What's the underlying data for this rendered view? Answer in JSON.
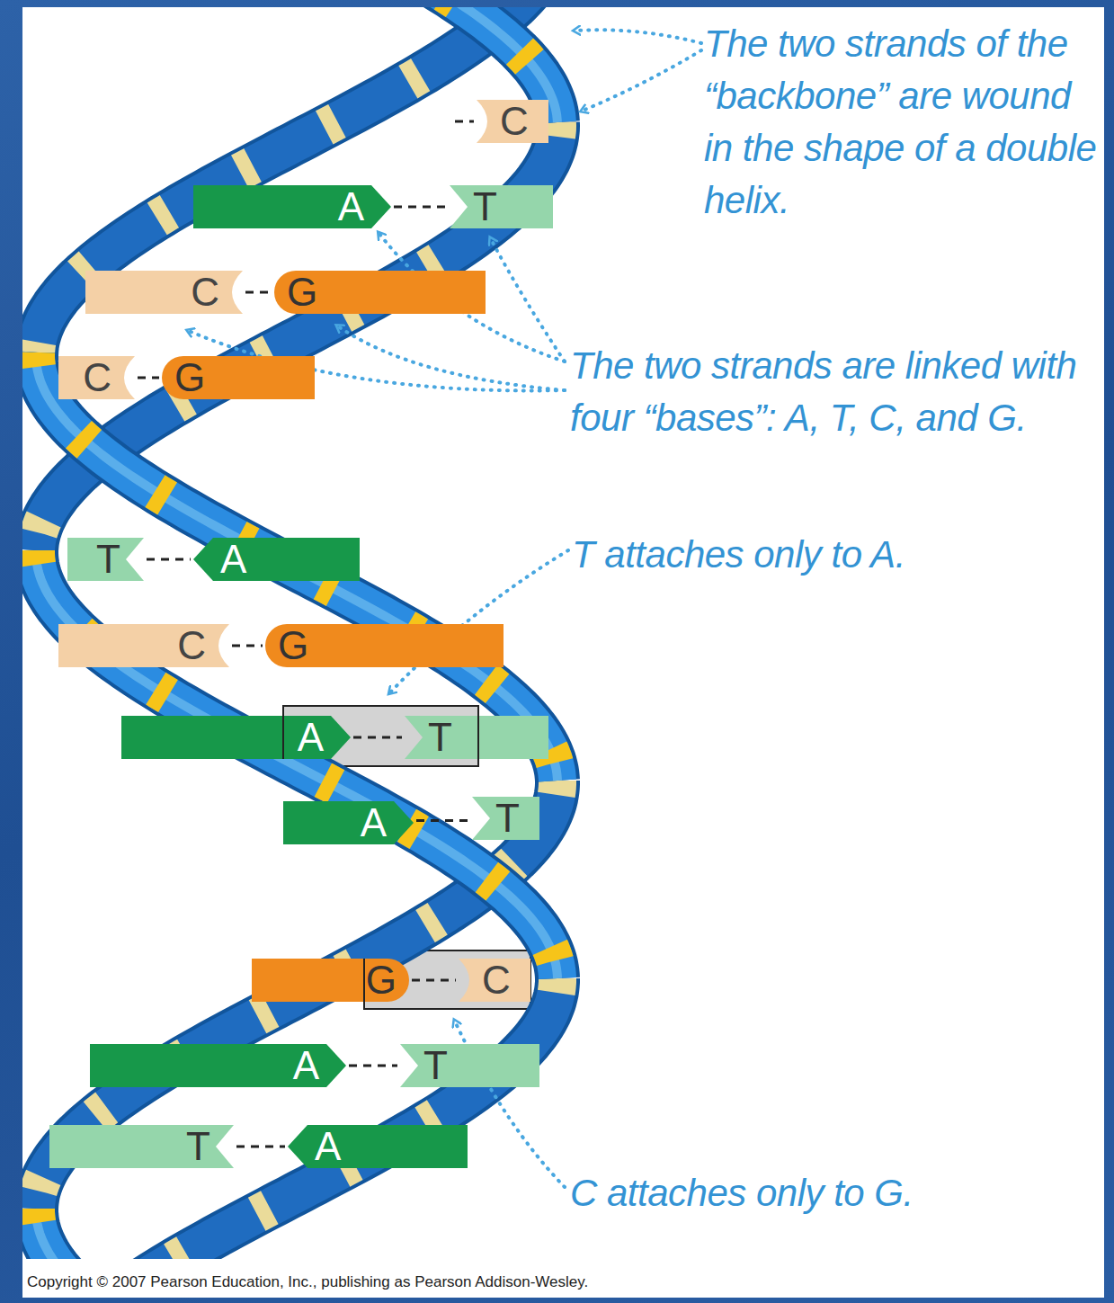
{
  "diagram": {
    "nodes": [
      {
        "text": [
          "C"
        ]
      },
      {
        "text": [
          "A"
        ]
      },
      {
        "text": [
          "T"
        ]
      },
      {
        "text": [
          "C"
        ]
      },
      {
        "text": [
          "G"
        ]
      },
      {
        "text": [
          "C"
        ]
      },
      {
        "text": [
          "G"
        ]
      },
      {
        "text": [
          "T"
        ]
      },
      {
        "text": [
          "A"
        ]
      },
      {
        "text": [
          "C"
        ]
      },
      {
        "text": [
          "G"
        ]
      },
      {
        "text": [
          "A"
        ]
      },
      {
        "text": [
          "T"
        ]
      },
      {
        "text": [
          "A"
        ]
      },
      {
        "text": [
          "T"
        ]
      },
      {
        "text": [
          "G"
        ]
      },
      {
        "text": [
          "C"
        ]
      },
      {
        "text": [
          "A"
        ]
      },
      {
        "text": [
          "T"
        ]
      },
      {
        "text": [
          "T"
        ]
      },
      {
        "text": [
          "A"
        ]
      }
    ],
    "edges": [
      {
        "from": 1,
        "to": 2,
        "arrow": "none"
      },
      {
        "from": 3,
        "to": 4,
        "arrow": "none"
      },
      {
        "from": 5,
        "to": 6,
        "arrow": "none"
      },
      {
        "from": 7,
        "to": 8,
        "arrow": "none"
      },
      {
        "from": 9,
        "to": 10,
        "arrow": "none"
      },
      {
        "from": 11,
        "to": 12,
        "arrow": "none"
      },
      {
        "from": 13,
        "to": 14,
        "arrow": "none"
      },
      {
        "from": 15,
        "to": 16,
        "arrow": "none"
      },
      {
        "from": 17,
        "to": 18,
        "arrow": "none"
      },
      {
        "from": 19,
        "to": 20,
        "arrow": "none"
      }
    ],
    "labels": [
      "The two strands of the “backbone” are wound in the shape of a double helix.",
      "The two strands are linked with four “bases”: A, T, C, and G.",
      "T attaches only to A.",
      "C attaches only to G.",
      "Copyright © 2007 Pearson Education, Inc., publishing as Pearson Addison-Wesley."
    ]
  }
}
